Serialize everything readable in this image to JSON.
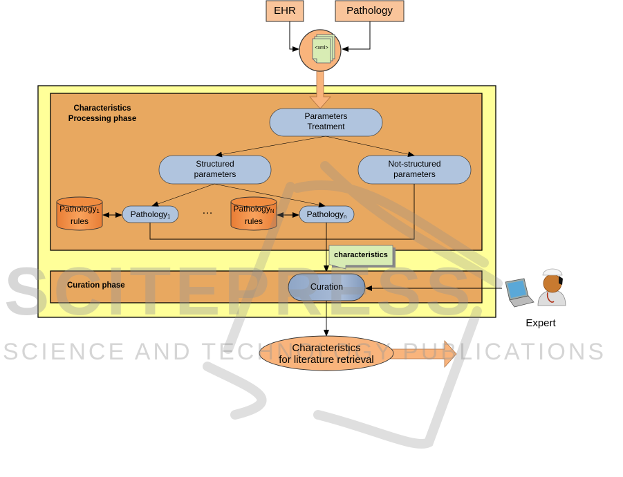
{
  "inputs": {
    "ehr": "EHR",
    "pathology": "Pathology",
    "xml_label": "<xml>"
  },
  "processing_phase": {
    "title_line1": "Characteristics",
    "title_line2": "Processing phase",
    "parameters_treatment_line1": "Parameters",
    "parameters_treatment_line2": "Treatment",
    "structured_line1": "Structured",
    "structured_line2": "parameters",
    "not_structured_line1": "Not-structured",
    "not_structured_line2": "parameters",
    "pathology1_rules_main": "Pathology",
    "pathology1_rules_sub": "1",
    "pathology1_rules_line2": "rules",
    "pathology1_main": "Pathology",
    "pathology1_sub": "1",
    "ellipsis": "…",
    "pathologyN_rules_main": "Pathology",
    "pathologyN_rules_sub": "N",
    "pathologyN_rules_line2": "rules",
    "pathologyn_main": "Pathology",
    "pathologyn_sub": "n"
  },
  "characteristics_note": "characteristics",
  "curation_phase": {
    "title": "Curation phase",
    "curation": "Curation"
  },
  "expert": {
    "label": "Expert"
  },
  "output": {
    "line1": "Characteristics",
    "line2": "for literature retrieval"
  },
  "watermark": {
    "main": "SCITEPRESS",
    "sub": "SCIENCE AND TECHNOLOGY PUBLICATIONS"
  },
  "colors": {
    "outer_box": "#ffff99",
    "inner_box": "#e8a860",
    "node_blue": "#b0c4de",
    "input_box": "#f9c49a",
    "cylinder": "#f08c40",
    "note": "#d8ecb4",
    "output_ellipse": "#f9b47c"
  }
}
